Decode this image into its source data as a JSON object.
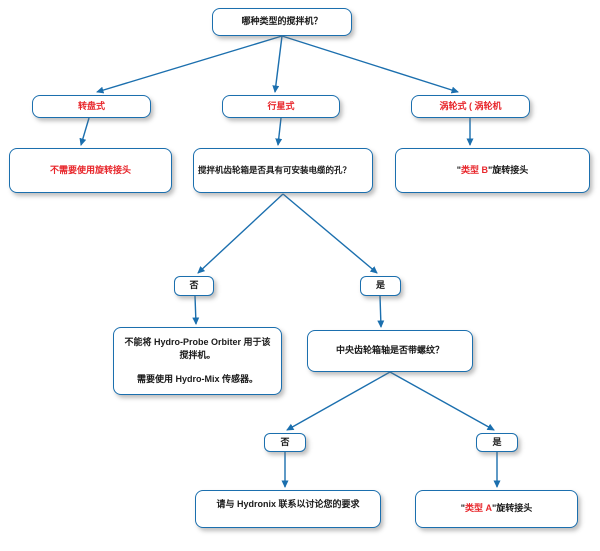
{
  "diagram": {
    "kind": "flowchart",
    "colors": {
      "border_blue": "#1b6fae",
      "highlight_red": "#e8272c",
      "text_black": "#1a1a1a",
      "background": "#ffffff"
    },
    "nodes": {
      "root": {
        "label": "哪种类型的搅拌机？"
      },
      "pan": {
        "label": "转盘式"
      },
      "planetary": {
        "label": "行星式"
      },
      "turbine": {
        "label": "涡轮式 ( 涡轮机"
      },
      "no_rotary": {
        "label": "不需要使用旋转接头"
      },
      "gearbox_q": {
        "label": "搅拌机齿轮箱是否具有可安装电缆的孔？"
      },
      "type_b": {
        "quote_open": "\"",
        "highlight": "类型 B",
        "quote_close": "\"",
        "rest": "旋转接头"
      },
      "no1": {
        "label": "否"
      },
      "yes1": {
        "label": "是"
      },
      "orbiter": {
        "line1": "不能将 Hydro-Probe Orbiter 用于该搅拌机。",
        "line2": "需要使用 Hydro-Mix 传感器。"
      },
      "shaft_q": {
        "label": "中央齿轮箱轴是否带螺纹？"
      },
      "no2": {
        "label": "否"
      },
      "yes2": {
        "label": "是"
      },
      "contact": {
        "label": "请与 Hydronix 联系以讨论您的要求"
      },
      "type_a": {
        "quote_open": "\"",
        "highlight": "类型 A",
        "quote_close": "\"",
        "rest": "旋转接头"
      }
    }
  }
}
